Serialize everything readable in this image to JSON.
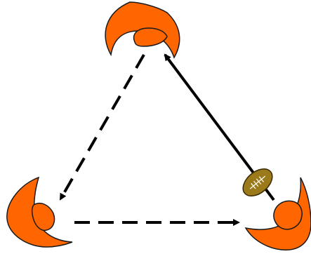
{
  "diagram": {
    "kind": "passing-drill",
    "players": [
      {
        "id": "top",
        "icon": "player-marker-icon"
      },
      {
        "id": "bottom-left",
        "icon": "player-marker-icon"
      },
      {
        "id": "bottom-right",
        "icon": "player-marker-icon"
      }
    ],
    "passes": [
      {
        "from": "top",
        "to": "bottom-left",
        "style": "dashed"
      },
      {
        "from": "bottom-left",
        "to": "bottom-right",
        "style": "dashed"
      },
      {
        "from": "bottom-right",
        "to": "top",
        "style": "solid"
      }
    ],
    "ball": {
      "icon": "rugby-ball-icon",
      "holder": "bottom-right"
    },
    "colors": {
      "player_fill": "#ff6600",
      "player_stroke": "#1a1a1a",
      "pass_line": "#000000",
      "ball_fill": "#9a7a1a",
      "ball_stroke": "#3a2a00",
      "ball_laces": "#ffffff",
      "background": "#ffffff"
    }
  }
}
